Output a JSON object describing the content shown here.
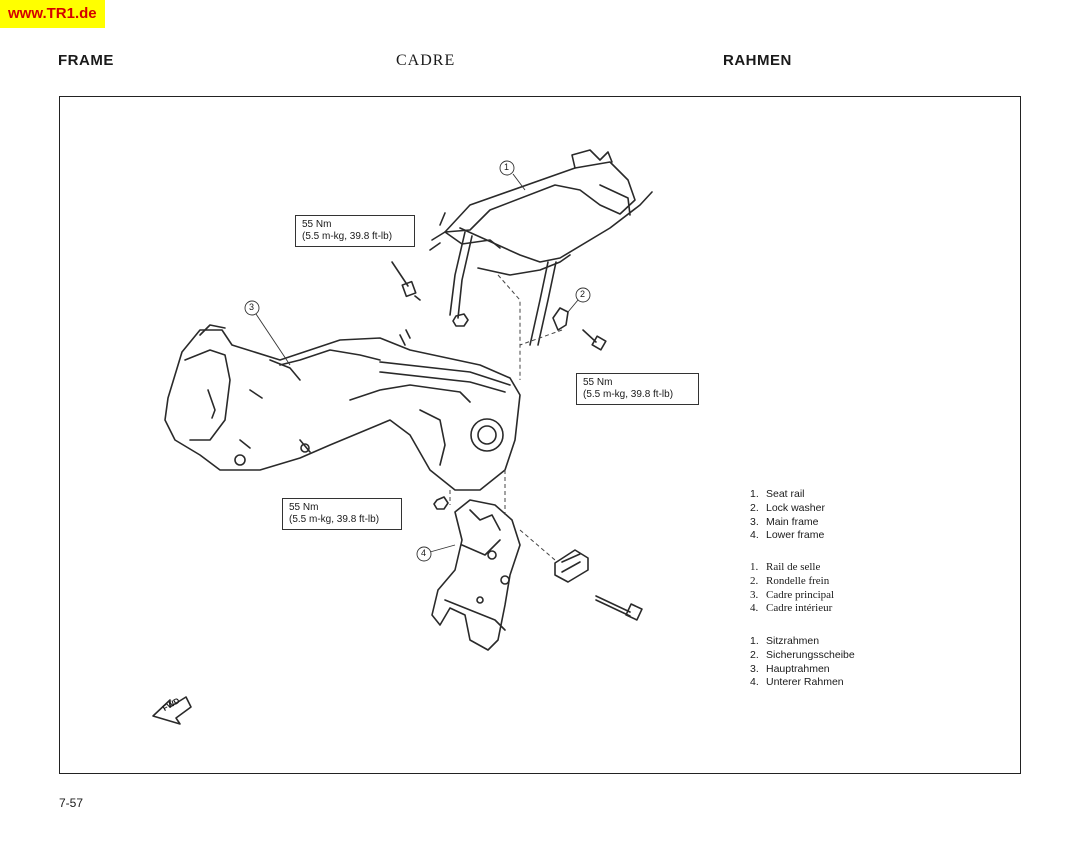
{
  "watermark": "www.TR1.de",
  "header": {
    "en": "FRAME",
    "fr": "CADRE",
    "de": "RAHMEN"
  },
  "torque_specs": [
    {
      "value": "55 Nm",
      "detail": "(5.5 m-kg, 39.8 ft-lb)"
    },
    {
      "value": "55 Nm",
      "detail": "(5.5 m-kg, 39.8 ft-lb)"
    },
    {
      "value": "55 Nm",
      "detail": "(5.5 m-kg, 39.8 ft-lb)"
    }
  ],
  "callouts": [
    "1",
    "2",
    "3",
    "4"
  ],
  "fwd_label": "FWD",
  "legend": {
    "en": [
      {
        "num": "1.",
        "text": "Seat rail"
      },
      {
        "num": "2.",
        "text": "Lock washer"
      },
      {
        "num": "3.",
        "text": "Main frame"
      },
      {
        "num": "4.",
        "text": "Lower frame"
      }
    ],
    "fr": [
      {
        "num": "1.",
        "text": "Rail de selle"
      },
      {
        "num": "2.",
        "text": "Rondelle frein"
      },
      {
        "num": "3.",
        "text": "Cadre principal"
      },
      {
        "num": "4.",
        "text": "Cadre intérieur"
      }
    ],
    "de": [
      {
        "num": "1.",
        "text": "Sitzrahmen"
      },
      {
        "num": "2.",
        "text": "Sicherungsscheibe"
      },
      {
        "num": "3.",
        "text": "Hauptrahmen"
      },
      {
        "num": "4.",
        "text": "Unterer Rahmen"
      }
    ]
  },
  "page_number": "7-57",
  "colors": {
    "watermark_bg": "#ffff00",
    "watermark_text": "#d40000",
    "ink": "#1a1a1a"
  }
}
